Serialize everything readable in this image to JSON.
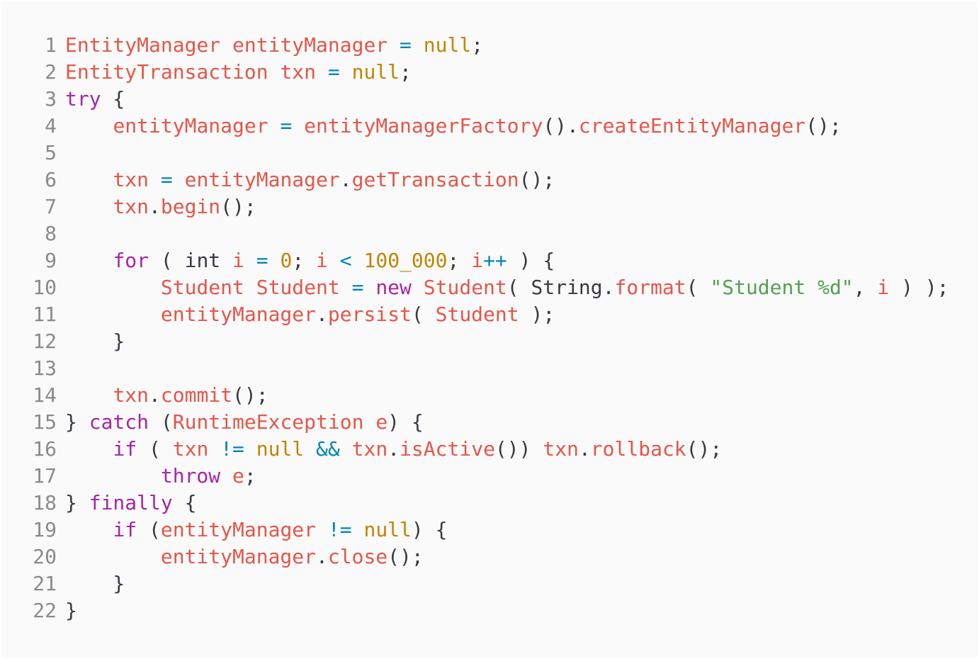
{
  "editor": {
    "lines": [
      {
        "no": "1",
        "tokens": [
          {
            "t": "EntityManager",
            "c": "red"
          },
          {
            "t": " ",
            "c": "plain"
          },
          {
            "t": "entityManager",
            "c": "red"
          },
          {
            "t": " ",
            "c": "plain"
          },
          {
            "t": "=",
            "c": "blue"
          },
          {
            "t": " ",
            "c": "plain"
          },
          {
            "t": "null",
            "c": "gold"
          },
          {
            "t": ";",
            "c": "plain"
          }
        ]
      },
      {
        "no": "2",
        "tokens": [
          {
            "t": "EntityTransaction",
            "c": "red"
          },
          {
            "t": " ",
            "c": "plain"
          },
          {
            "t": "txn",
            "c": "red"
          },
          {
            "t": " ",
            "c": "plain"
          },
          {
            "t": "=",
            "c": "blue"
          },
          {
            "t": " ",
            "c": "plain"
          },
          {
            "t": "null",
            "c": "gold"
          },
          {
            "t": ";",
            "c": "plain"
          }
        ]
      },
      {
        "no": "3",
        "tokens": [
          {
            "t": "try",
            "c": "purple"
          },
          {
            "t": " {",
            "c": "plain"
          }
        ]
      },
      {
        "no": "4",
        "tokens": [
          {
            "t": "    ",
            "c": "plain"
          },
          {
            "t": "entityManager",
            "c": "red"
          },
          {
            "t": " ",
            "c": "plain"
          },
          {
            "t": "=",
            "c": "blue"
          },
          {
            "t": " ",
            "c": "plain"
          },
          {
            "t": "entityManagerFactory",
            "c": "red"
          },
          {
            "t": "().",
            "c": "plain"
          },
          {
            "t": "createEntityManager",
            "c": "red"
          },
          {
            "t": "();",
            "c": "plain"
          }
        ]
      },
      {
        "no": "5",
        "tokens": []
      },
      {
        "no": "6",
        "tokens": [
          {
            "t": "    ",
            "c": "plain"
          },
          {
            "t": "txn",
            "c": "red"
          },
          {
            "t": " ",
            "c": "plain"
          },
          {
            "t": "=",
            "c": "blue"
          },
          {
            "t": " ",
            "c": "plain"
          },
          {
            "t": "entityManager",
            "c": "red"
          },
          {
            "t": ".",
            "c": "plain"
          },
          {
            "t": "getTransaction",
            "c": "red"
          },
          {
            "t": "();",
            "c": "plain"
          }
        ]
      },
      {
        "no": "7",
        "tokens": [
          {
            "t": "    ",
            "c": "plain"
          },
          {
            "t": "txn",
            "c": "red"
          },
          {
            "t": ".",
            "c": "plain"
          },
          {
            "t": "begin",
            "c": "red"
          },
          {
            "t": "();",
            "c": "plain"
          }
        ]
      },
      {
        "no": "8",
        "tokens": []
      },
      {
        "no": "9",
        "tokens": [
          {
            "t": "    ",
            "c": "plain"
          },
          {
            "t": "for",
            "c": "purple"
          },
          {
            "t": " ( int ",
            "c": "plain"
          },
          {
            "t": "i",
            "c": "red"
          },
          {
            "t": " ",
            "c": "plain"
          },
          {
            "t": "=",
            "c": "blue"
          },
          {
            "t": " ",
            "c": "plain"
          },
          {
            "t": "0",
            "c": "gold"
          },
          {
            "t": "; ",
            "c": "plain"
          },
          {
            "t": "i",
            "c": "red"
          },
          {
            "t": " ",
            "c": "plain"
          },
          {
            "t": "<",
            "c": "blue"
          },
          {
            "t": " ",
            "c": "plain"
          },
          {
            "t": "100_000",
            "c": "gold"
          },
          {
            "t": "; ",
            "c": "plain"
          },
          {
            "t": "i",
            "c": "red"
          },
          {
            "t": "++",
            "c": "blue"
          },
          {
            "t": " ) {",
            "c": "plain"
          }
        ]
      },
      {
        "no": "10",
        "tokens": [
          {
            "t": "        ",
            "c": "plain"
          },
          {
            "t": "Student",
            "c": "red"
          },
          {
            "t": " ",
            "c": "plain"
          },
          {
            "t": "Student",
            "c": "red"
          },
          {
            "t": " ",
            "c": "plain"
          },
          {
            "t": "=",
            "c": "blue"
          },
          {
            "t": " ",
            "c": "plain"
          },
          {
            "t": "new",
            "c": "purple"
          },
          {
            "t": " ",
            "c": "plain"
          },
          {
            "t": "Student",
            "c": "red"
          },
          {
            "t": "( String.",
            "c": "plain"
          },
          {
            "t": "format",
            "c": "red"
          },
          {
            "t": "( ",
            "c": "plain"
          },
          {
            "t": "\"Student %d\"",
            "c": "green"
          },
          {
            "t": ", ",
            "c": "plain"
          },
          {
            "t": "i",
            "c": "red"
          },
          {
            "t": " ) );",
            "c": "plain"
          }
        ]
      },
      {
        "no": "11",
        "tokens": [
          {
            "t": "        ",
            "c": "plain"
          },
          {
            "t": "entityManager",
            "c": "red"
          },
          {
            "t": ".",
            "c": "plain"
          },
          {
            "t": "persist",
            "c": "red"
          },
          {
            "t": "( ",
            "c": "plain"
          },
          {
            "t": "Student",
            "c": "red"
          },
          {
            "t": " );",
            "c": "plain"
          }
        ]
      },
      {
        "no": "12",
        "tokens": [
          {
            "t": "    }",
            "c": "plain"
          }
        ]
      },
      {
        "no": "13",
        "tokens": []
      },
      {
        "no": "14",
        "tokens": [
          {
            "t": "    ",
            "c": "plain"
          },
          {
            "t": "txn",
            "c": "red"
          },
          {
            "t": ".",
            "c": "plain"
          },
          {
            "t": "commit",
            "c": "red"
          },
          {
            "t": "();",
            "c": "plain"
          }
        ]
      },
      {
        "no": "15",
        "tokens": [
          {
            "t": "} ",
            "c": "plain"
          },
          {
            "t": "catch",
            "c": "purple"
          },
          {
            "t": " (",
            "c": "plain"
          },
          {
            "t": "RuntimeException",
            "c": "red"
          },
          {
            "t": " ",
            "c": "plain"
          },
          {
            "t": "e",
            "c": "red"
          },
          {
            "t": ") {",
            "c": "plain"
          }
        ]
      },
      {
        "no": "16",
        "tokens": [
          {
            "t": "    ",
            "c": "plain"
          },
          {
            "t": "if",
            "c": "purple"
          },
          {
            "t": " ( ",
            "c": "plain"
          },
          {
            "t": "txn",
            "c": "red"
          },
          {
            "t": " ",
            "c": "plain"
          },
          {
            "t": "!=",
            "c": "blue"
          },
          {
            "t": " ",
            "c": "plain"
          },
          {
            "t": "null",
            "c": "gold"
          },
          {
            "t": " ",
            "c": "plain"
          },
          {
            "t": "&&",
            "c": "blue"
          },
          {
            "t": " ",
            "c": "plain"
          },
          {
            "t": "txn",
            "c": "red"
          },
          {
            "t": ".",
            "c": "plain"
          },
          {
            "t": "isActive",
            "c": "red"
          },
          {
            "t": "()) ",
            "c": "plain"
          },
          {
            "t": "txn",
            "c": "red"
          },
          {
            "t": ".",
            "c": "plain"
          },
          {
            "t": "rollback",
            "c": "red"
          },
          {
            "t": "();",
            "c": "plain"
          }
        ]
      },
      {
        "no": "17",
        "tokens": [
          {
            "t": "        ",
            "c": "plain"
          },
          {
            "t": "throw",
            "c": "purple"
          },
          {
            "t": " ",
            "c": "plain"
          },
          {
            "t": "e",
            "c": "red"
          },
          {
            "t": ";",
            "c": "plain"
          }
        ]
      },
      {
        "no": "18",
        "tokens": [
          {
            "t": "} ",
            "c": "plain"
          },
          {
            "t": "finally",
            "c": "purple"
          },
          {
            "t": " {",
            "c": "plain"
          }
        ]
      },
      {
        "no": "19",
        "tokens": [
          {
            "t": "    ",
            "c": "plain"
          },
          {
            "t": "if",
            "c": "purple"
          },
          {
            "t": " (",
            "c": "plain"
          },
          {
            "t": "entityManager",
            "c": "red"
          },
          {
            "t": " ",
            "c": "plain"
          },
          {
            "t": "!=",
            "c": "blue"
          },
          {
            "t": " ",
            "c": "plain"
          },
          {
            "t": "null",
            "c": "gold"
          },
          {
            "t": ") {",
            "c": "plain"
          }
        ]
      },
      {
        "no": "20",
        "tokens": [
          {
            "t": "        ",
            "c": "plain"
          },
          {
            "t": "entityManager",
            "c": "red"
          },
          {
            "t": ".",
            "c": "plain"
          },
          {
            "t": "close",
            "c": "red"
          },
          {
            "t": "();",
            "c": "plain"
          }
        ]
      },
      {
        "no": "21",
        "tokens": [
          {
            "t": "    }",
            "c": "plain"
          }
        ]
      },
      {
        "no": "22",
        "tokens": [
          {
            "t": "}",
            "c": "plain"
          }
        ]
      }
    ]
  },
  "colors": {
    "background": "#fafafa",
    "plain": "#383a42",
    "identifier": "#e45649",
    "keyword": "#a626a4",
    "operator": "#0184bc",
    "literal": "#c18401",
    "string": "#50a14f",
    "line_number": "#8a8a8a"
  }
}
